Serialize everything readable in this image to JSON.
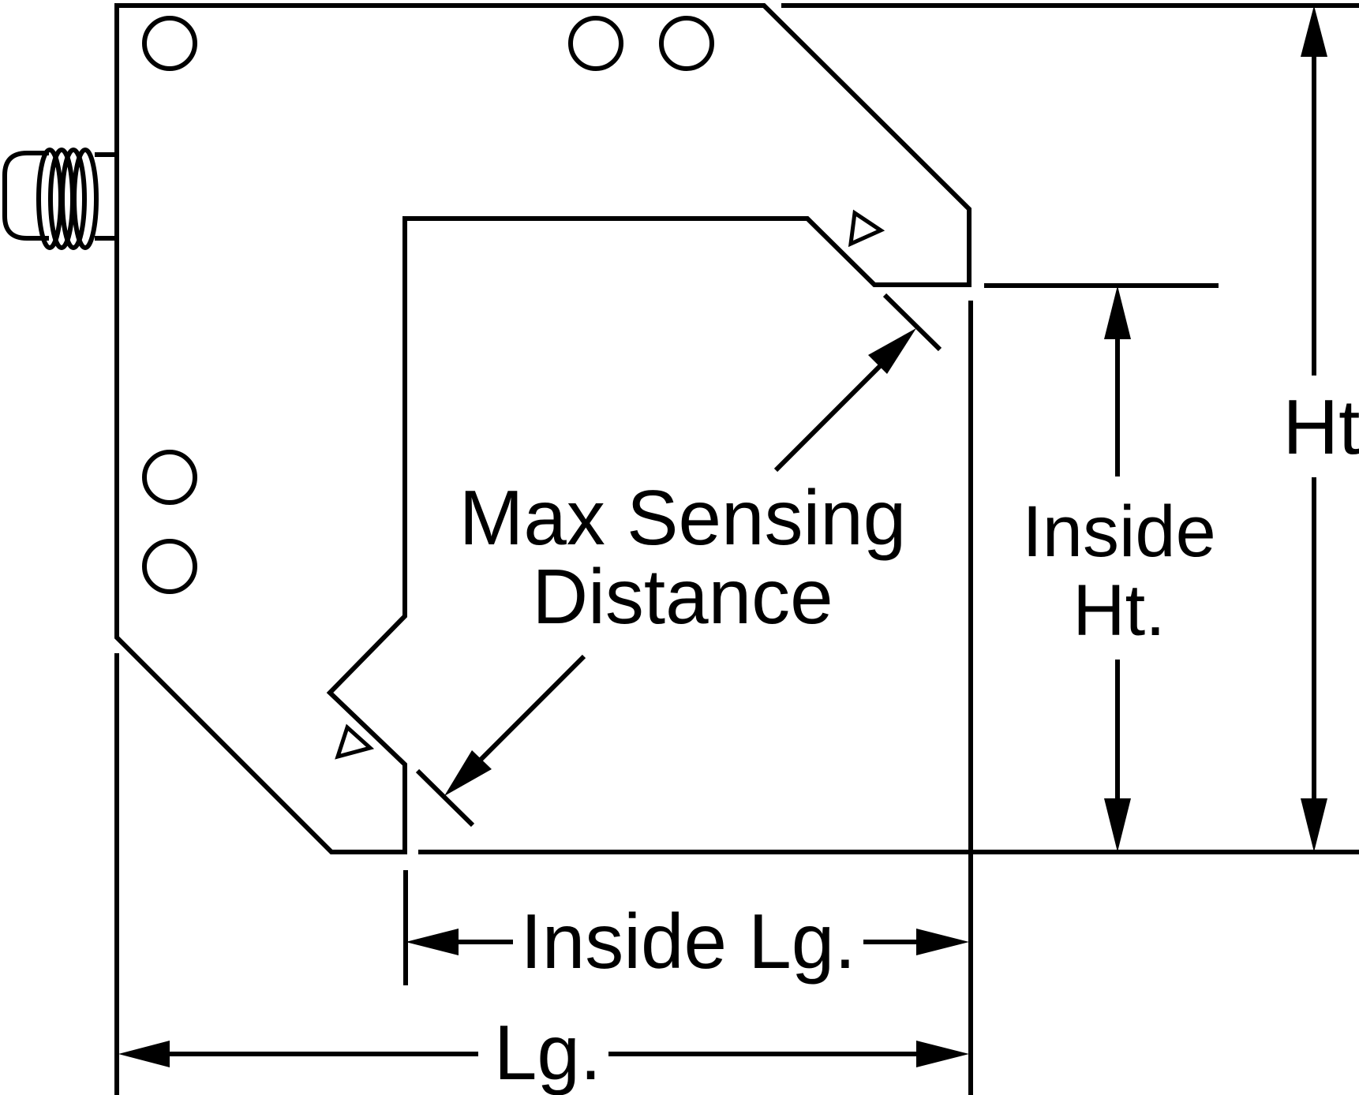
{
  "labels": {
    "max_sensing_line1": "Max Sensing",
    "max_sensing_line2": "Distance",
    "inside_ht_line1": "Inside",
    "inside_ht_line2": "Ht.",
    "ht": "Ht.",
    "inside_lg": "Inside Lg.",
    "lg": "Lg."
  }
}
